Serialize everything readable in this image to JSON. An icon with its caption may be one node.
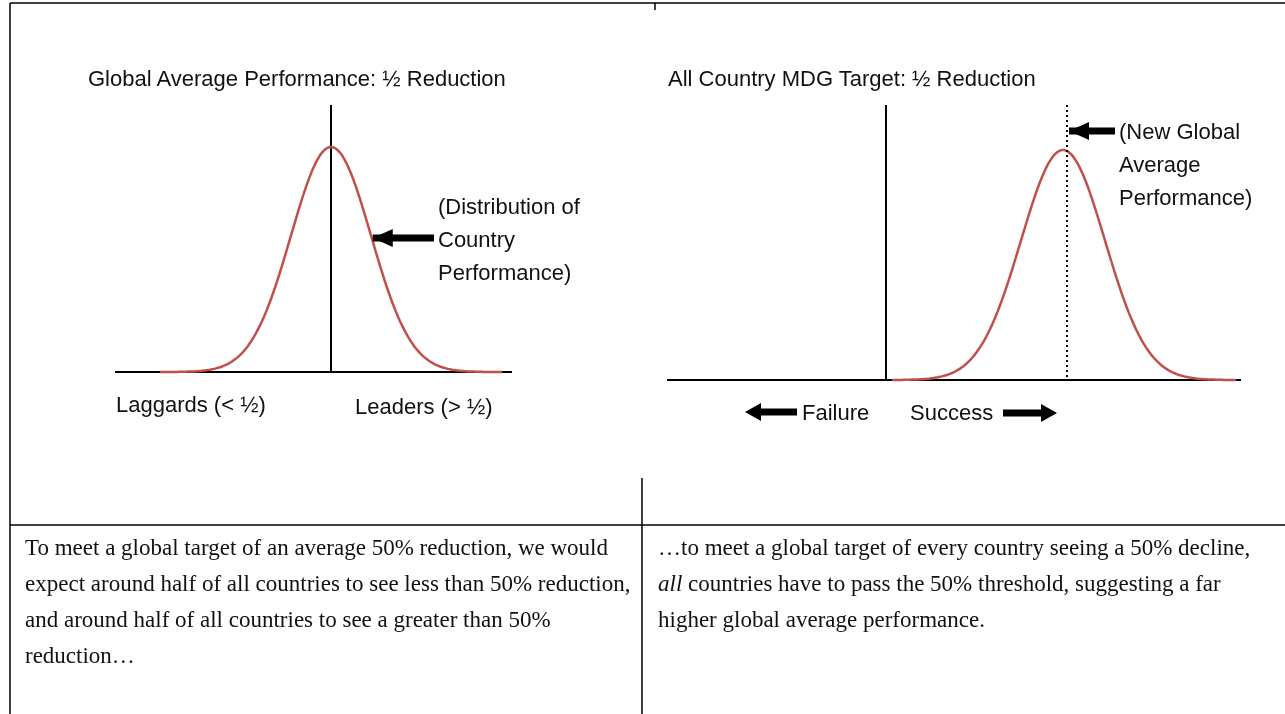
{
  "diagram": {
    "nodes": [
      {
        "text": [
          "(Distribution of Country Performance)"
        ]
      },
      {
        "text": [],
        "shape": "curve"
      },
      {
        "text": [
          "(New Global Average Performance)"
        ]
      },
      {
        "text": [],
        "shape": "line"
      }
    ],
    "edges": [
      {
        "from": 0,
        "to": 1,
        "arrow": "to"
      },
      {
        "from": 2,
        "to": 3,
        "arrow": "to"
      }
    ],
    "labels": [
      "Global Average Performance: ½ Reduction",
      "All Country MDG Target: ½ Reduction",
      "Laggards (< ½)",
      "Leaders (> ½)",
      "Failure",
      "Success",
      "To meet a global target of an average 50% reduction, we would expect around half of all countries to see less than 50% reduction, and around half of all countries to see a greater than 50% reduction…",
      "…to meet a global target of every country seeing a 50% decline, *all* countries have to pass the 50% threshold, suggesting a far higher global average performance."
    ]
  }
}
